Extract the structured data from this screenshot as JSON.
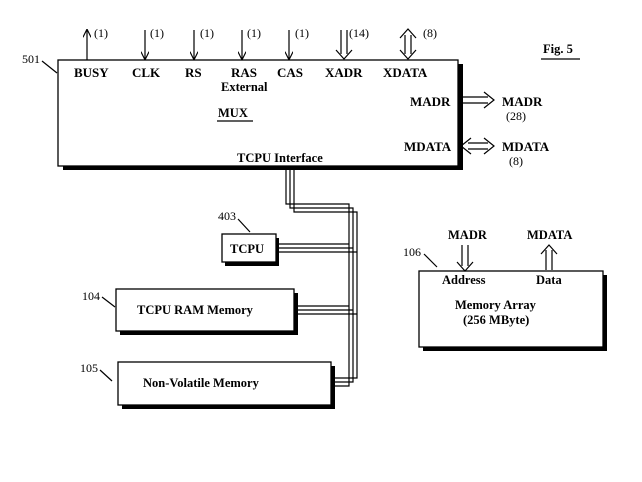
{
  "figure_label": "Fig. 5",
  "mux_block": {
    "ref": "501",
    "name": "MUX",
    "interface_label": "TCPU Interface",
    "external_label": "External",
    "top_signals": [
      {
        "name": "BUSY",
        "count": "(1)"
      },
      {
        "name": "CLK",
        "count": "(1)"
      },
      {
        "name": "RS",
        "count": "(1)"
      },
      {
        "name": "RAS",
        "count": "(1)"
      },
      {
        "name": "CAS",
        "count": "(1)"
      },
      {
        "name": "XADR",
        "count": "(14)"
      },
      {
        "name": "XDATA",
        "count": "(8)"
      }
    ],
    "right_signals": [
      {
        "name": "MADR",
        "out_name": "MADR",
        "count": "(28)"
      },
      {
        "name": "MDATA",
        "out_name": "MDATA",
        "count": "(8)"
      }
    ]
  },
  "tcpu": {
    "ref": "403",
    "label": "TCPU"
  },
  "ram": {
    "ref": "104",
    "label": "TCPU RAM Memory"
  },
  "nvm": {
    "ref": "105",
    "label": "Non-Volatile Memory"
  },
  "memory_array": {
    "ref": "106",
    "line1": "Memory Array",
    "line2": "(256 MByte)",
    "address_label": "Address",
    "data_label": "Data",
    "madr_label": "MADR",
    "mdata_label": "MDATA"
  }
}
